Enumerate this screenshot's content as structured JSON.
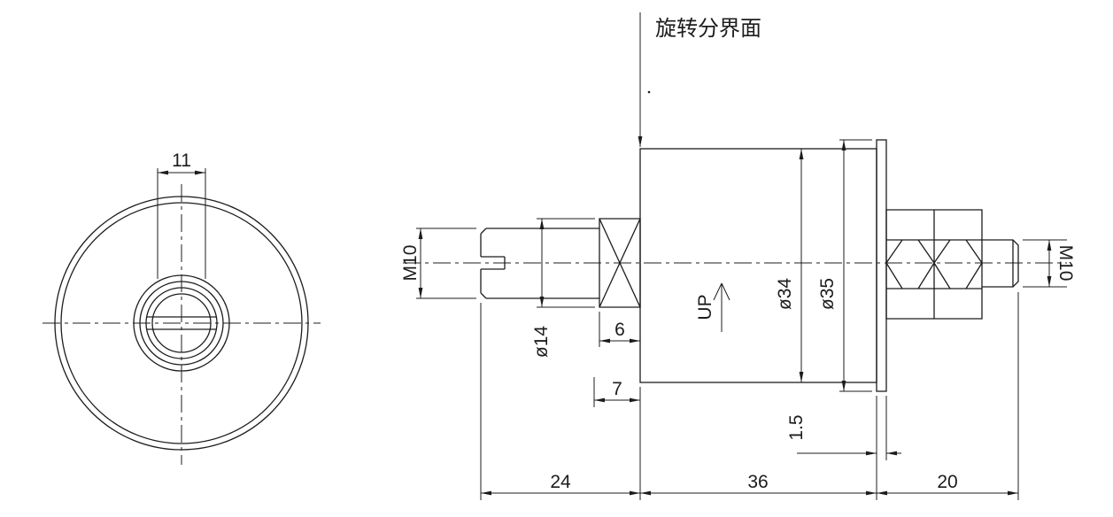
{
  "drawing": {
    "annotation_label": "旋转分界面",
    "up_label": "UP",
    "front_view": {
      "dim_slot_width": "11"
    },
    "side_view": {
      "dim_left_thread": "M10",
      "dim_boss_dia": "ø14",
      "dim_boss_width": "6",
      "dim_boss_offset": "7",
      "dim_body_dia": "ø34",
      "dim_flange_dia": "ø35",
      "dim_flange_thickness": "1.5",
      "dim_right_thread": "M10",
      "dim_left_length": "24",
      "dim_body_length": "36",
      "dim_right_length": "20"
    },
    "colors": {
      "line": "#1c1c1c",
      "background": "#ffffff"
    }
  }
}
